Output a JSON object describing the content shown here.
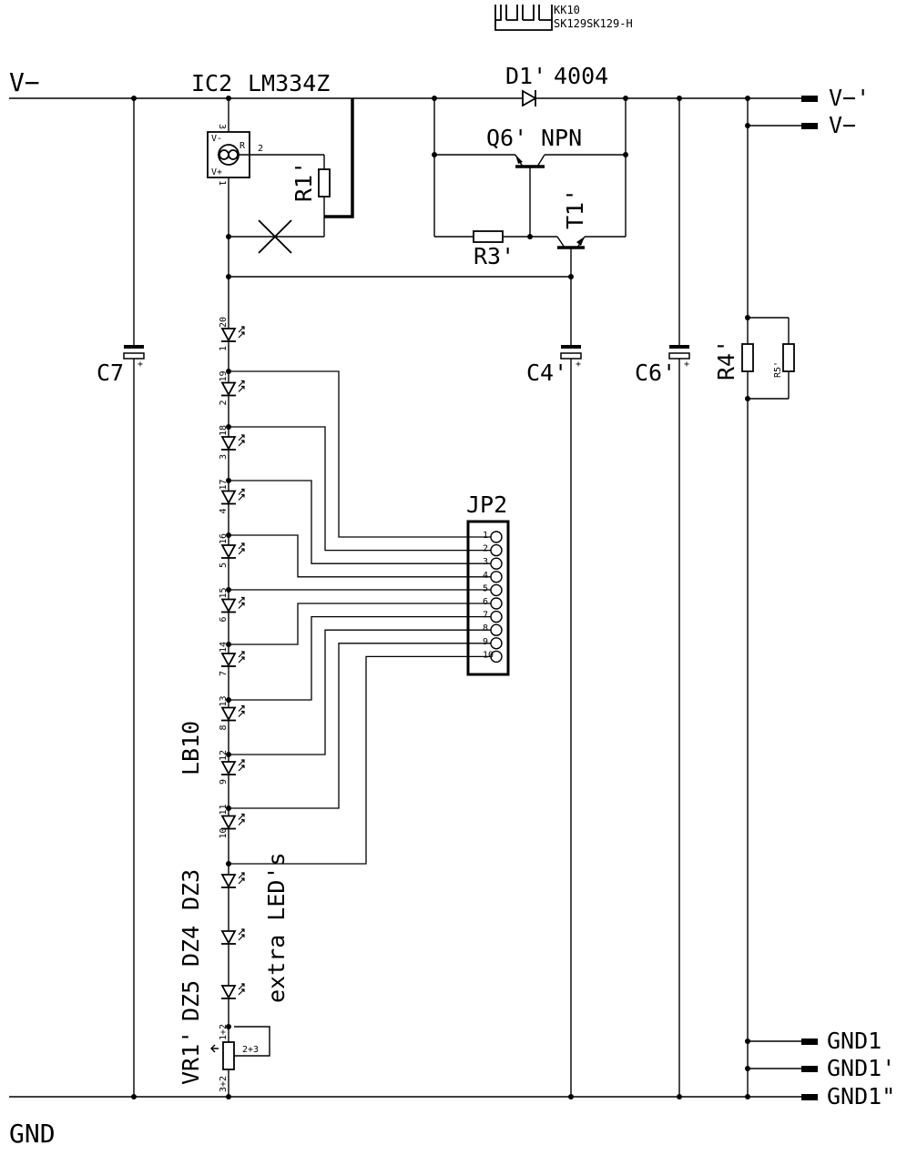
{
  "rails": {
    "top": "V−",
    "bottom": "GND"
  },
  "heatsink": {
    "line1": "KK10",
    "line2": "SK129SK129-H"
  },
  "regulator": {
    "name": "IC2",
    "value": "LM334Z",
    "pin_vminus": "V-",
    "pin_vplus": "V+",
    "pin_r": "R",
    "pin_1": "1",
    "pin_2": "2",
    "pin_3": "3"
  },
  "components": {
    "r1": "R1'",
    "d1": "D1'",
    "d1_value": "4004",
    "q6": "Q6'",
    "q6_type": "NPN",
    "t1": "T1'",
    "r3": "R3'",
    "r4": "R4'",
    "r5": "R5'",
    "c7": "C7",
    "c4": "C4'",
    "c6": "C6'",
    "lb10": "LB10",
    "jp2": "JP2",
    "extra": "extra LED's",
    "dz3": "DZ3",
    "dz4": "DZ4",
    "dz5": "DZ5",
    "vr1": "VR1'",
    "plus": "+"
  },
  "outputs": {
    "out1": "V−'",
    "out2": "V−",
    "gnd1": "GND1",
    "gnd2": "GND1'",
    "gnd3": "GND1\""
  },
  "led_pins": [
    {
      "a": "1",
      "k": "20"
    },
    {
      "a": "2",
      "k": "19"
    },
    {
      "a": "3",
      "k": "18"
    },
    {
      "a": "4",
      "k": "17"
    },
    {
      "a": "5",
      "k": "16"
    },
    {
      "a": "6",
      "k": "15"
    },
    {
      "a": "7",
      "k": "14"
    },
    {
      "a": "8",
      "k": "13"
    },
    {
      "a": "9",
      "k": "12"
    },
    {
      "a": "10",
      "k": "11"
    }
  ],
  "jp2_pins": [
    "1",
    "2",
    "3",
    "4",
    "5",
    "6",
    "7",
    "8",
    "9",
    "10"
  ],
  "vr1_pins": {
    "p1": "1+2",
    "p2": "2+3",
    "p3": "3+2"
  }
}
